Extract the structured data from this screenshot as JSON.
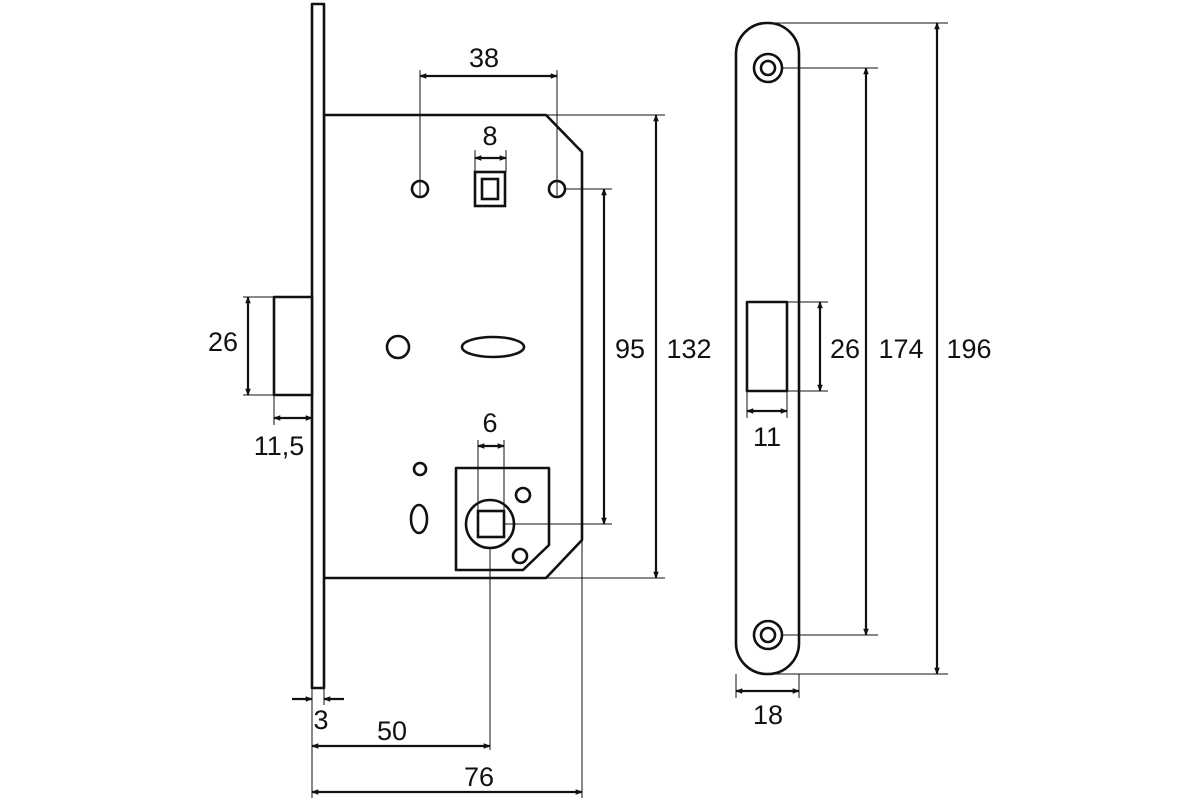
{
  "dimensions": {
    "top_hole_spacing": "38",
    "top_square_width": "8",
    "latch_height_left": "26",
    "latch_projection_left": "11,5",
    "follower_square_width": "6",
    "top_to_bottom_hole_spacing": "95",
    "case_height": "132",
    "faceplate_thickness": "3",
    "backset": "50",
    "case_depth": "76",
    "strike_latch_height": "26",
    "strike_latch_width": "11",
    "strike_hole_spacing": "174",
    "strike_plate_height": "196",
    "strike_plate_width": "18"
  },
  "colors": {
    "line": "#111111",
    "background": "#ffffff"
  }
}
